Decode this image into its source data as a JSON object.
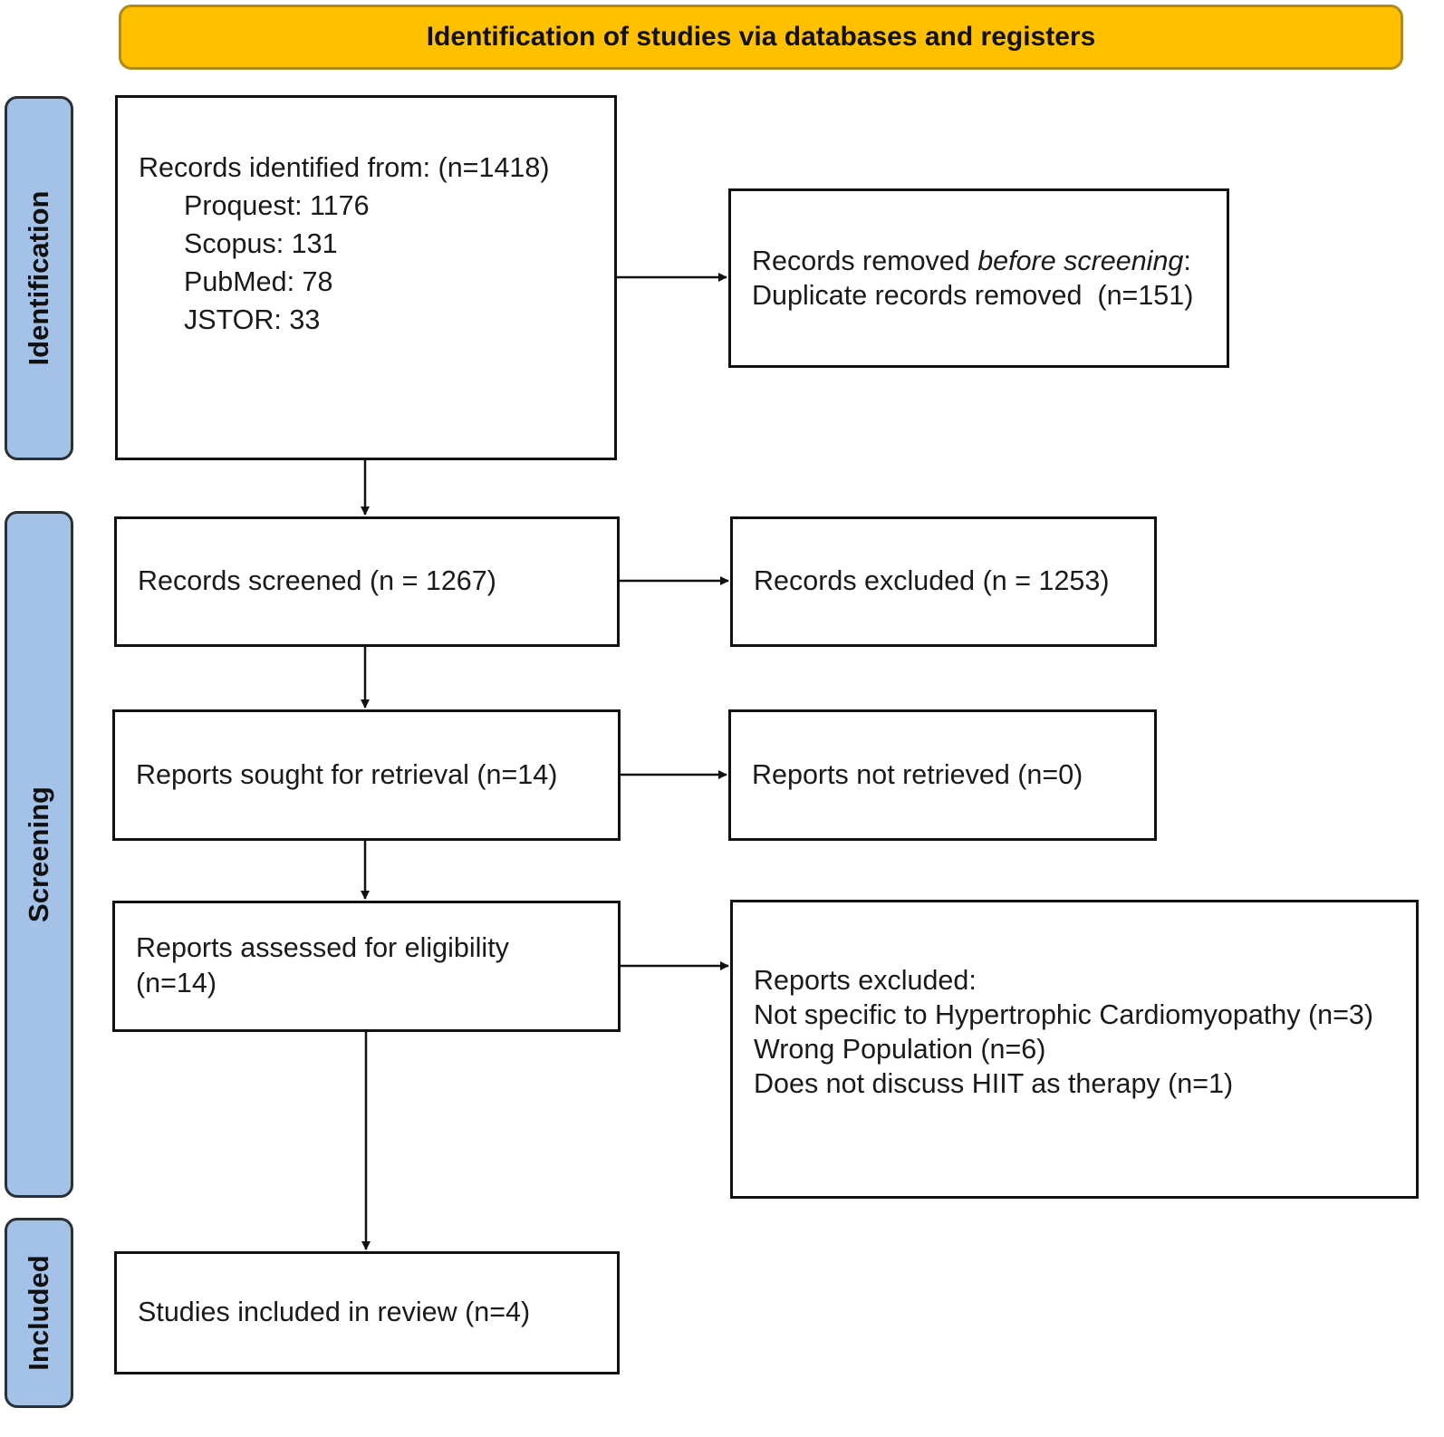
{
  "header": {
    "title": "Identification of studies via databases and registers"
  },
  "phases": {
    "identification": "Identification",
    "screening": "Screening",
    "included": "Included"
  },
  "records_identified": {
    "heading": "Records identified from: (n=1418)",
    "sources": [
      "Proquest: 1176",
      "Scopus: 131",
      "PubMed: 78",
      "JSTOR: 33"
    ]
  },
  "records_removed": {
    "line1_prefix": "Records removed ",
    "line1_italic": "before screening",
    "line1_suffix": ":",
    "line2": "Duplicate records removed  (n=151)"
  },
  "records_screened": "Records screened (n = 1267)",
  "records_excluded": "Records excluded (n = 1253)",
  "reports_sought": "Reports sought for retrieval (n=14)",
  "reports_not_retrieved": "Reports not retrieved (n=0)",
  "reports_assessed": {
    "line1": "Reports assessed for eligibility",
    "line2": "(n=14)"
  },
  "reports_excluded": {
    "heading": "Reports excluded:",
    "reasons": [
      "Not specific to Hypertrophic Cardiomyopathy (n=3)",
      "Wrong Population (n=6)",
      "Does not discuss HIIT as therapy (n=1)"
    ]
  },
  "studies_included": "Studies included in review (n=4)",
  "colors": {
    "header_fill": "#ffc000",
    "phase_fill": "#a4c2e8",
    "line": "#111111"
  }
}
